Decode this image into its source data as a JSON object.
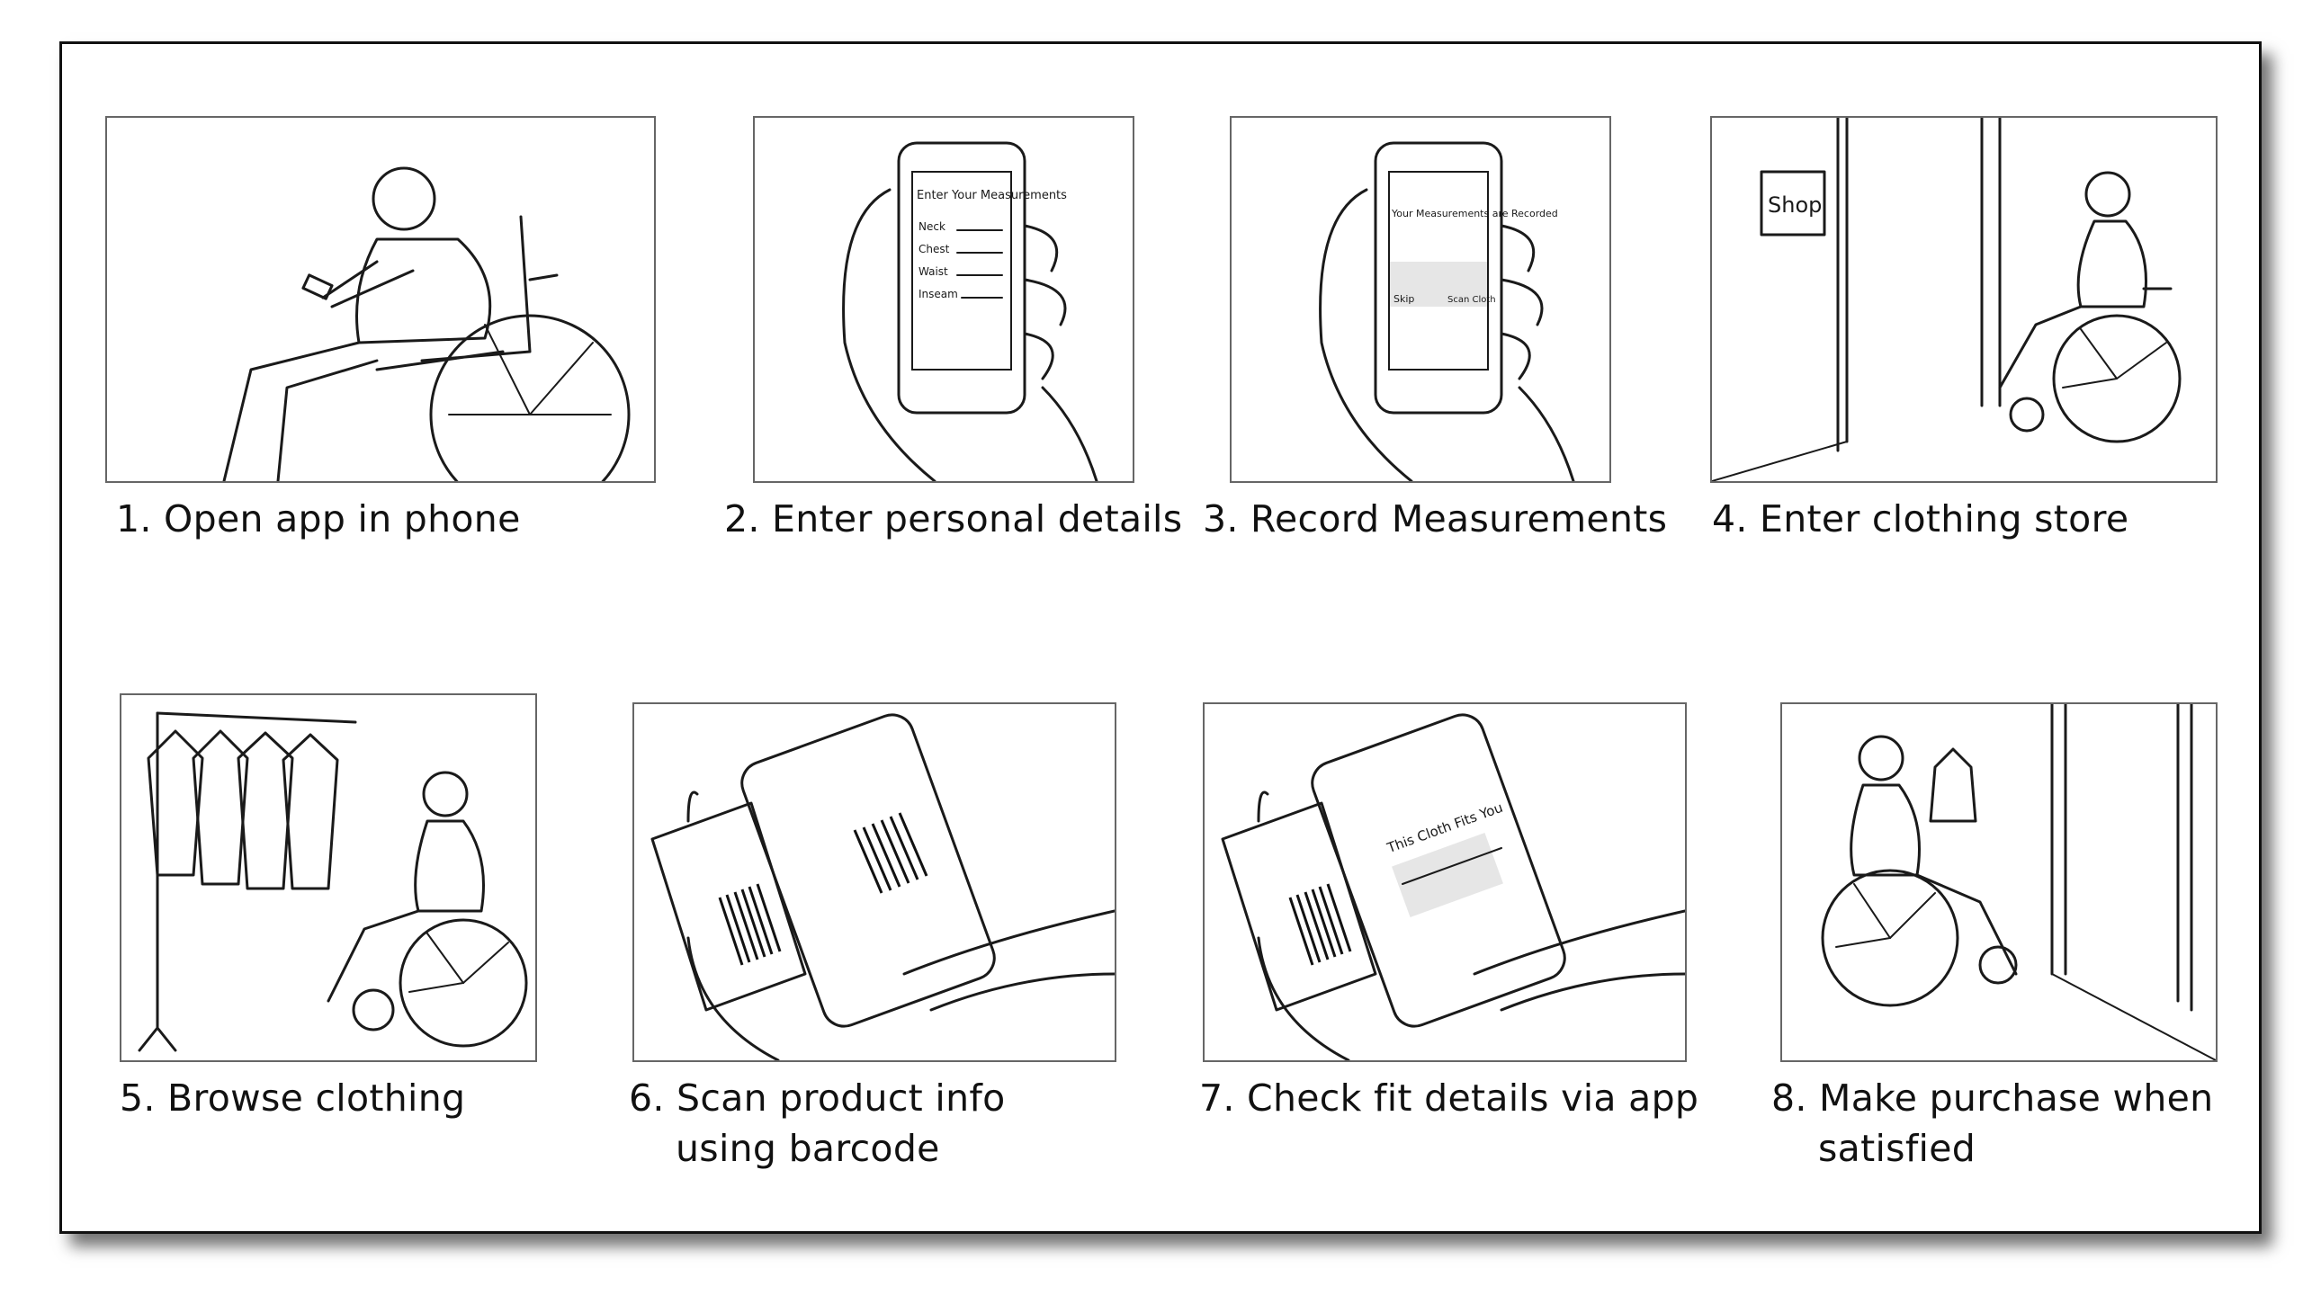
{
  "steps": [
    {
      "caption": "1. Open app in phone",
      "caption_line2": ""
    },
    {
      "caption": "2. Enter personal details",
      "caption_line2": ""
    },
    {
      "caption": "3. Record Measurements",
      "caption_line2": ""
    },
    {
      "caption": "4. Enter clothing store",
      "caption_line2": ""
    },
    {
      "caption": "5. Browse clothing",
      "caption_line2": ""
    },
    {
      "caption": "6. Scan product info",
      "caption_line2": "using barcode"
    },
    {
      "caption": "7. Check fit details via app",
      "caption_line2": ""
    },
    {
      "caption": "8. Make purchase when",
      "caption_line2": "satisfied"
    }
  ],
  "sketch_text": {
    "measure_title": "Enter Your Measurements",
    "measure_fields": [
      "Neck",
      "Chest",
      "Waist",
      "Inseam"
    ],
    "recorded_msg": "Your Measurements are Recorded",
    "skip": "Skip",
    "scan_cloth": "Scan Cloth",
    "shop_sign": "Shop",
    "fits_msg": "This Cloth Fits You"
  },
  "icons": [
    "wheelchair-user-icon",
    "phone-hand-icon",
    "shop-door-icon",
    "clothing-rack-icon",
    "barcode-tag-icon"
  ]
}
